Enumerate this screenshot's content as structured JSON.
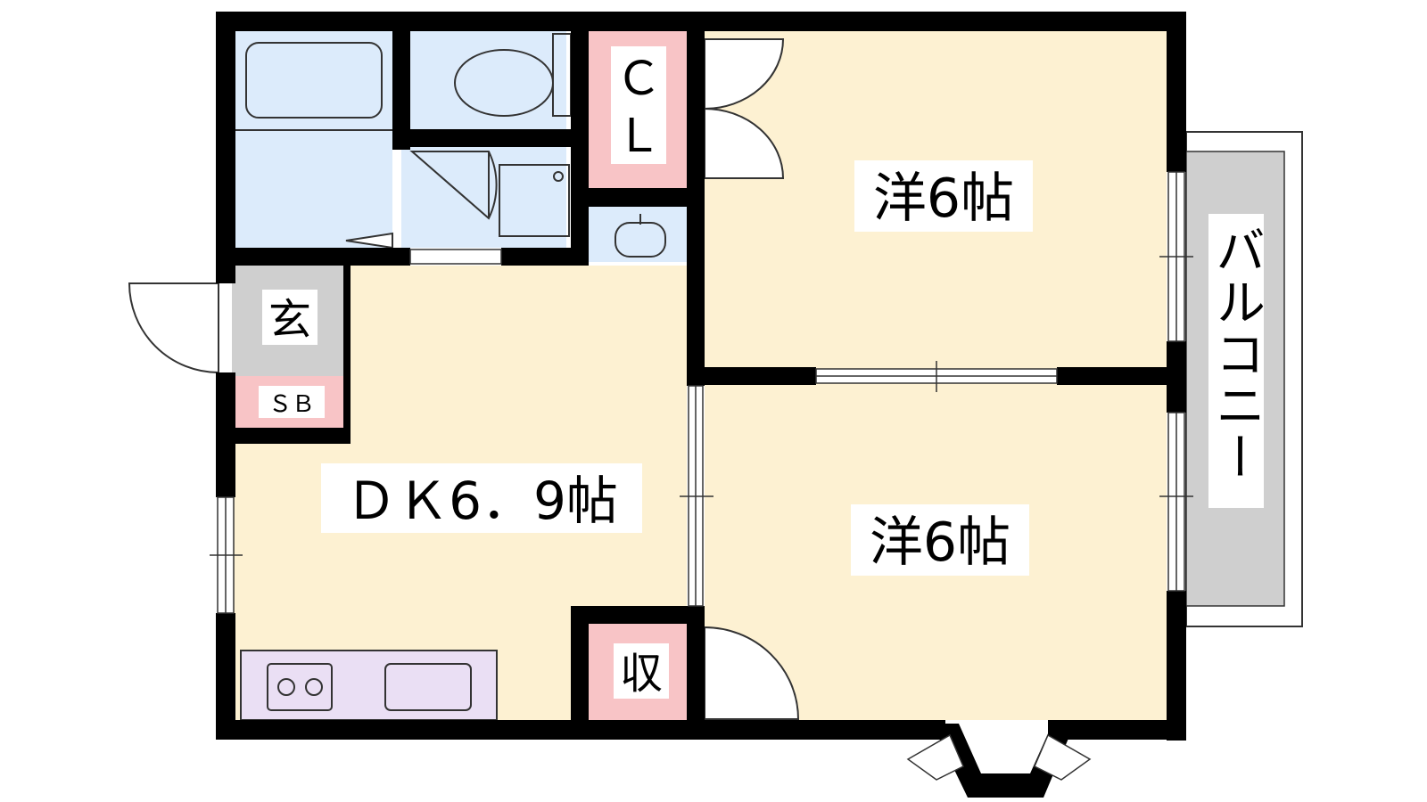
{
  "rooms": {
    "western_room_upper": "洋6帖",
    "western_room_lower": "洋6帖",
    "dining_kitchen": "ＤＫ6．9帖",
    "entrance": "玄",
    "shoe_box": "ＳＢ",
    "closet_c": "Ｃ",
    "closet_l": "Ｌ",
    "storage": "収",
    "balcony": "バルコニー"
  },
  "colors": {
    "wall": "#000000",
    "wet_area": "#dcebfb",
    "room_floor": "#fdf1d2",
    "storage": "#f8c4c6",
    "entrance": "#cfcfcf",
    "balcony": "#cfcfcf",
    "kitchen": "#eadff4"
  }
}
